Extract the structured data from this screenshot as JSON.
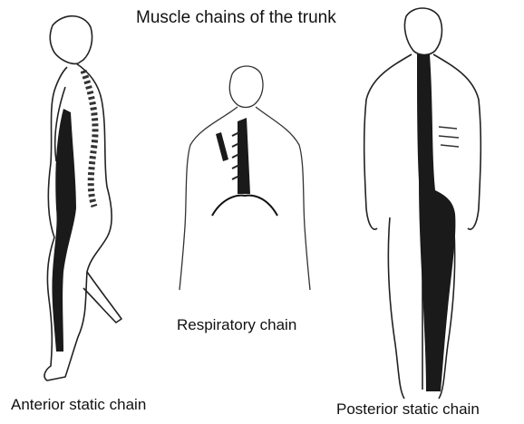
{
  "title": "Muscle chains of the trunk",
  "labels": {
    "anterior": "Anterior static chain",
    "respiratory": "Respiratory chain",
    "posterior": "Posterior static chain"
  },
  "colors": {
    "ink": "#111111",
    "chain_fill": "#1a1a1a",
    "background": "#ffffff"
  }
}
